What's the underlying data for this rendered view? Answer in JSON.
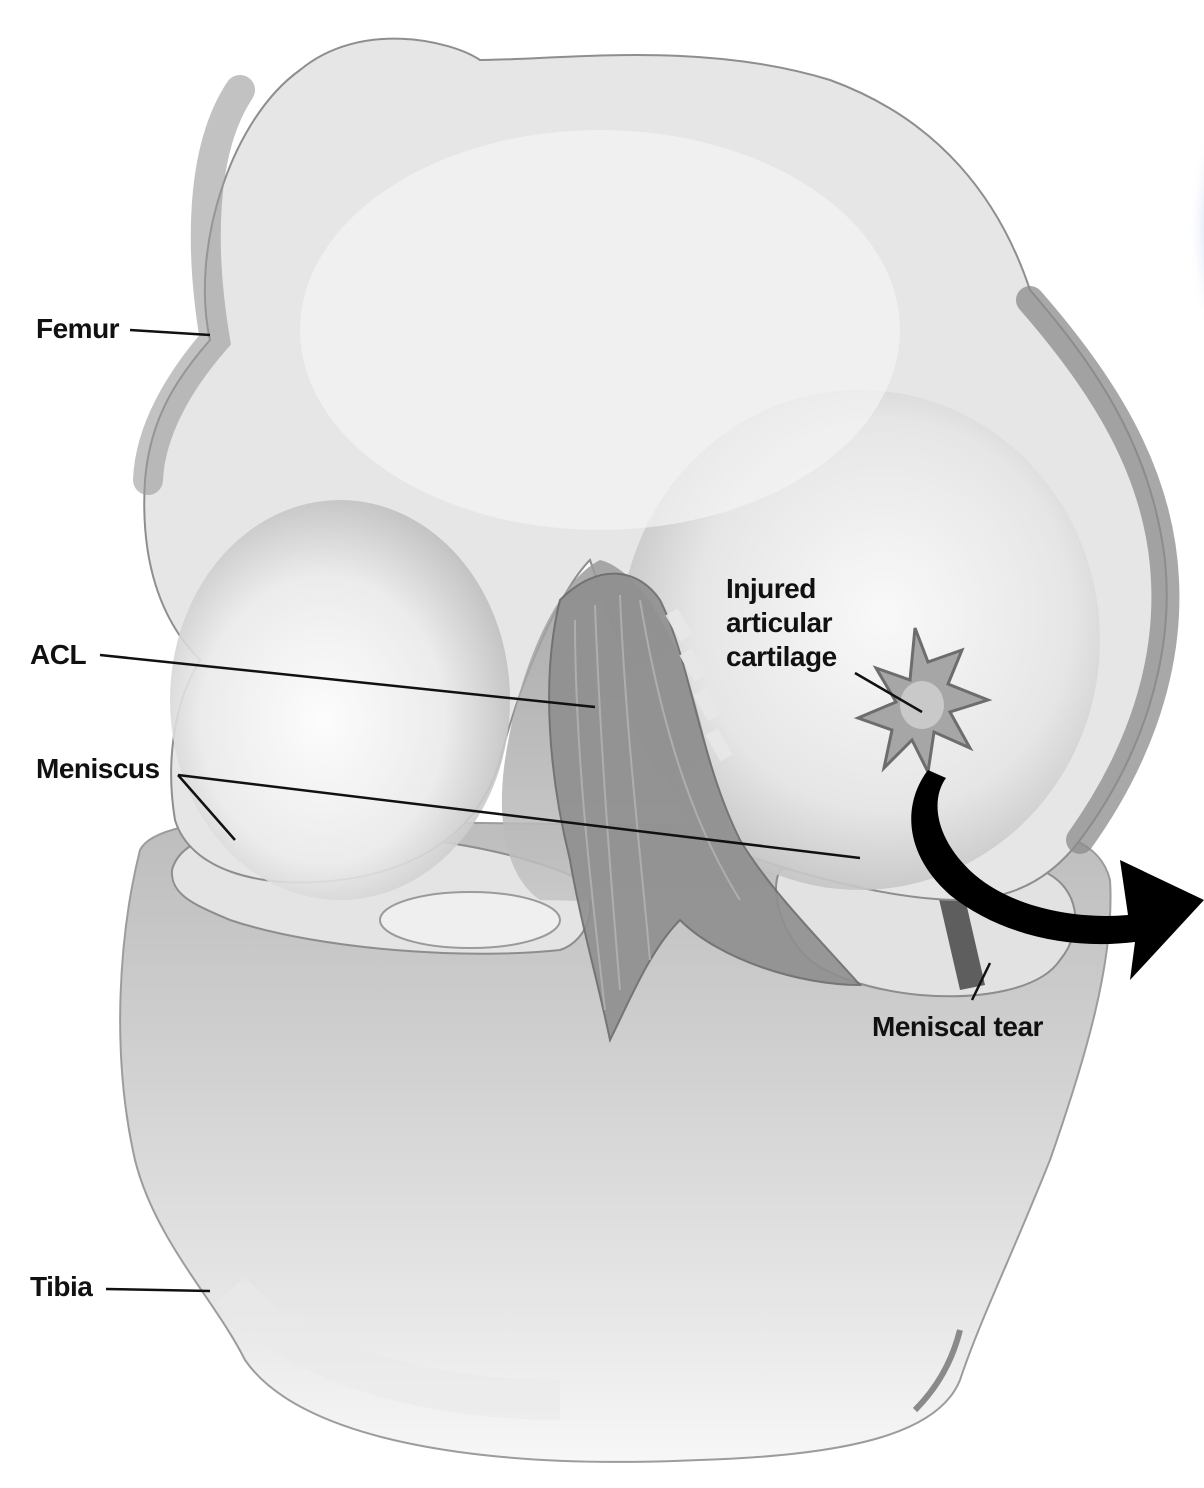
{
  "labels": {
    "femur": "Femur",
    "acl": "ACL",
    "meniscus": "Meniscus",
    "tibia": "Tibia",
    "meniscal_tear": "Meniscal tear",
    "injured_cartilage": [
      "Injured",
      "articular",
      "cartilage"
    ]
  },
  "colors": {
    "background": "#ffffff",
    "bone_fill": "#dcdcdc",
    "bone_shadow": "#9a9a9a",
    "ligament": "#8f8f8f",
    "leader_line": "#111111",
    "arrow": "#000000",
    "edge_tint_blue": "#6e8fc9",
    "edge_tint_red": "#d9707a"
  }
}
